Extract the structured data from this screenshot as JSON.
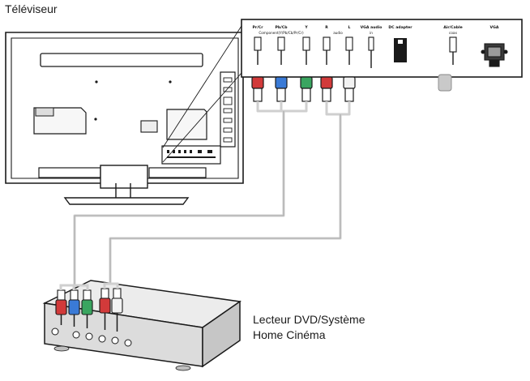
{
  "labels": {
    "tv": "Téléviseur",
    "dvd_line1": "Lecteur DVD/Système",
    "dvd_line2": "Home Cinéma"
  },
  "panel": {
    "ports": [
      {
        "label": "Pr/Cr"
      },
      {
        "label": "Pb/Cb"
      },
      {
        "label": "Y"
      },
      {
        "label": "R"
      },
      {
        "label": "L"
      },
      {
        "label": "VGA audio"
      },
      {
        "label": "DC adapter"
      },
      {
        "label": "Air/Cable"
      },
      {
        "label": "VGA"
      }
    ],
    "sub_labels": {
      "component": "Component(Y/Pb/Cb/Pr/Cr)",
      "audio": "audio",
      "vga_in": "in",
      "coax": "coax"
    }
  },
  "colors": {
    "red_plug": "#d23a3a",
    "blue_plug": "#3a7ad6",
    "green_plug": "#3aa560",
    "white_plug": "#f2f2f2",
    "cable": "#c8c8c8",
    "outline": "#1a1a1a"
  }
}
